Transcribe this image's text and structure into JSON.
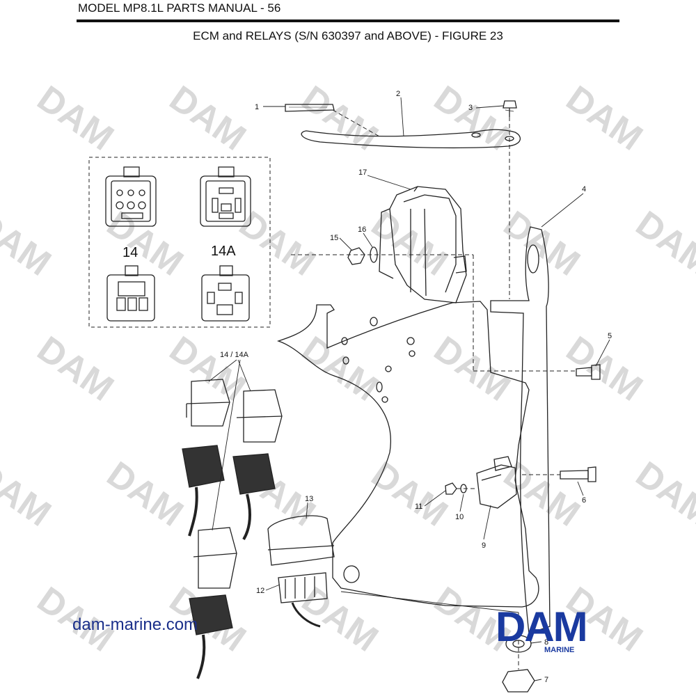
{
  "header": {
    "manual_title": "MODEL MP8.1L PARTS MANUAL - 56",
    "figure_title": "ECM and RELAYS (S/N 630397 and ABOVE) - FIGURE 23"
  },
  "callouts": [
    "1",
    "2",
    "3",
    "4",
    "5",
    "6",
    "7",
    "8",
    "9",
    "10",
    "11",
    "12",
    "13",
    "14 / 14A",
    "15",
    "16",
    "17"
  ],
  "inset": {
    "labels": [
      "14",
      "14A"
    ]
  },
  "watermark": {
    "text": "DAM"
  },
  "footer": {
    "site": "dam-marine.com",
    "logo": {
      "word": "DAM",
      "sub": "MARINE",
      "color": "#1a3aa0"
    }
  },
  "colors": {
    "line": "#222222",
    "watermark": "#d9d9d9",
    "brand": "#1a3aa0"
  }
}
